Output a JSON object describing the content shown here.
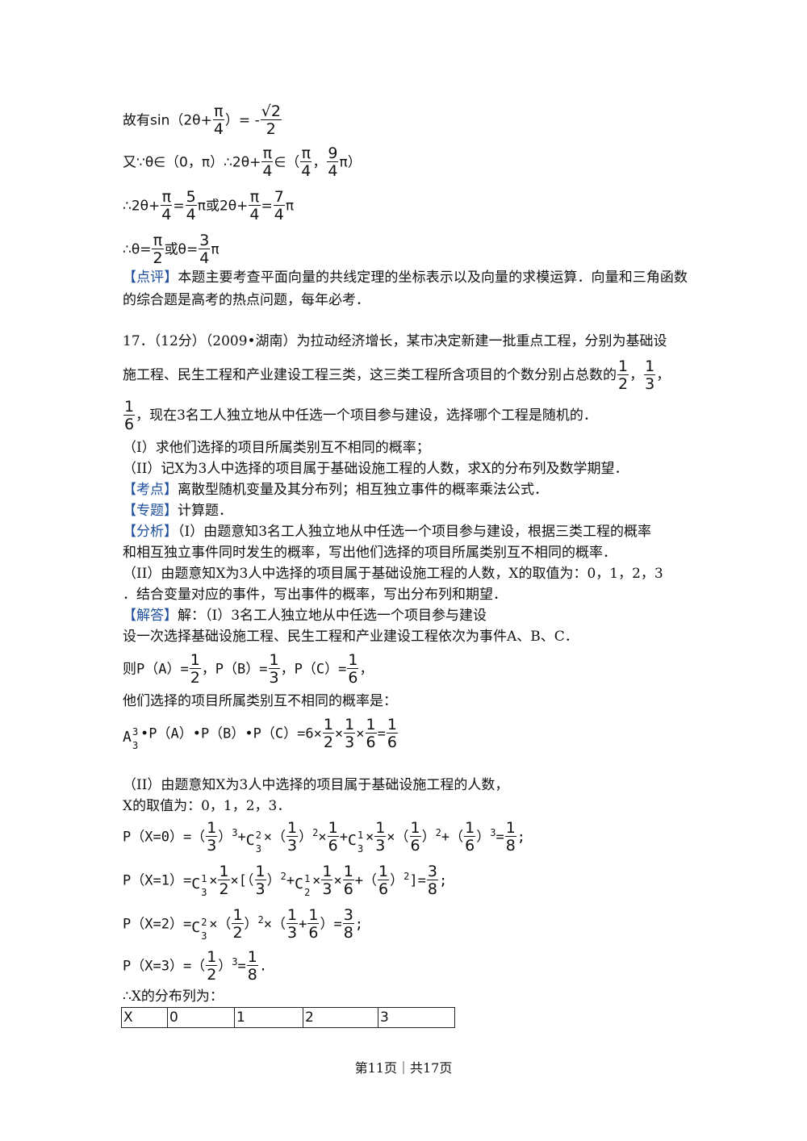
{
  "block1": {
    "line1_prefix": "故有sin（2θ+",
    "pi": "π",
    "four": "4",
    "line1_mid": "）= -",
    "sqrt2": "√2",
    "two": "2",
    "line2_prefix": "又∵θ∈（0，π）∴2θ+",
    "line2_mid": "∈（",
    "nine": "9",
    "comma": "，",
    "pi_close": "π）",
    "line3_prefix": "∴2θ+",
    "five": "5",
    "or_text": "π或2θ+",
    "seven": "7",
    "pi_only": "π",
    "line4_prefix": "∴θ=",
    "or_theta": "或θ=",
    "three": "3",
    "comment_tag": "【点评】",
    "comment_text": "本题主要考查平面向量的共线定理的坐标表示以及向量的求模运算．向量和三角函数的综合题是高考的热点问题，每年必考．"
  },
  "q17": {
    "line1": "17．（12分）（2009•湖南）为拉动经济增长，某市决定新建一批重点工程，分别为基础设",
    "line2": "施工程、民生工程和产业建设工程三类，这三类工程所含项目的个数分别占总数的",
    "line3": "，现在3名工人独立地从中任选一个项目参与建设，选择哪个工程是随机的．",
    "part1": "（I）求他们选择的项目所属类别互不相同的概率；",
    "part2": "（II）记X为3人中选择的项目属于基础设施工程的人数，求X的分布列及数学期望．",
    "kaodian_tag": "【考点】",
    "kaodian": "离散型随机变量及其分布列；相互独立事件的概率乘法公式．",
    "zhuanti_tag": "【专题】",
    "zhuanti": "计算题．",
    "fenxi_tag": "【分析】",
    "fenxi1": "（I）由题意知3名工人独立地从中任选一个项目参与建设，根据三类工程的概率",
    "fenxi2": "和相互独立事件同时发生的概率，写出他们选择的项目所属类别互不相同的概率．",
    "fenxi3": "（II）由题意知X为3人中选择的项目属于基础设施工程的人数，X的取值为：0，1，2，3",
    "fenxi4": "．结合变量对应的事件，写出事件的概率，写出分布列和期望．",
    "jieda_tag": "【解答】",
    "jieda1": "解：（I）3名工人独立地从中任选一个项目参与建设",
    "jieda2": "设一次选择基础设施工程、民生工程和产业建设工程依次为事件A、B、C．",
    "prob_line_a": "则P（A）=",
    "prob_line_b": "，P（B）=",
    "prob_line_c": "，P（C）=",
    "prob_end": "，",
    "diff_line": "他们选择的项目所属类别互不相同的概率是：",
    "a_base": "A",
    "a_sup": "3",
    "a_sub": "3",
    "abc_text": "•P（A）•P（B）•P（C）=6×",
    "times": "×",
    "equals": "=",
    "part2_sol": "（II）由题意知X为3人中选择的项目属于基础设施工程的人数，",
    "x_values": "X的取值为：0，1，2，3．",
    "px0": "P（X=0）=（",
    "px1": "P（X=1）=",
    "px2": "P（X=2）=",
    "px3": "P（X=3）=（",
    "dist_intro": "∴X的分布列为：",
    "table": [
      "X",
      "0",
      "1",
      "2",
      "3"
    ]
  },
  "footer": "第11页｜共17页"
}
